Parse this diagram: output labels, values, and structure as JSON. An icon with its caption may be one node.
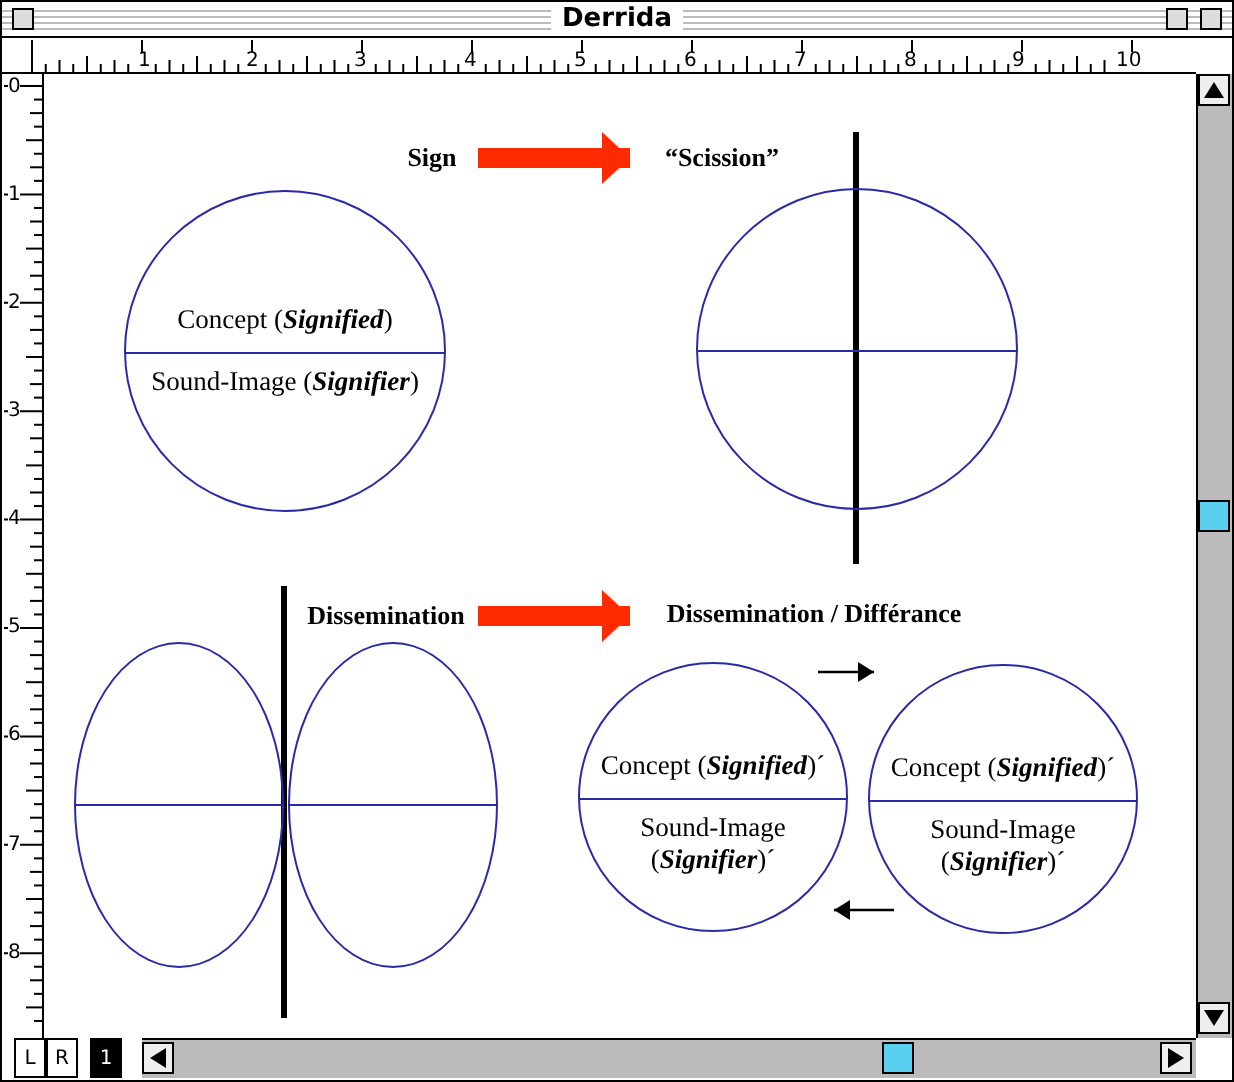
{
  "diagram": {
    "title": "Derrida",
    "nodes": [
      {
        "text": [
          "Sign"
        ]
      },
      {
        "text": [
          "“Scission”"
        ]
      },
      {
        "text": [
          "Concept (**Signified**)",
          "Sound-Image (**Signifier**)"
        ]
      },
      {
        "text": [],
        "shape": "circle"
      },
      {
        "text": [
          "Dissemination"
        ]
      },
      {
        "text": [
          "Dissemination / Différance"
        ]
      },
      {
        "text": [],
        "shape": "ellipse"
      },
      {
        "text": [],
        "shape": "ellipse"
      },
      {
        "text": [
          "Concept (**Signified**)´",
          "Sound-Image (**Signifier**)´"
        ]
      },
      {
        "text": [
          "Concept (**Signified**)´",
          "Sound-Image (**Signifier**)´"
        ]
      }
    ],
    "edges": [
      {
        "from": 0,
        "to": 1,
        "arrow": "to",
        "style": "thick",
        "color": "#ff2a00"
      },
      {
        "from": 4,
        "to": 5,
        "arrow": "to",
        "style": "thick",
        "color": "#ff2a00"
      },
      {
        "from": 8,
        "to": 9,
        "arrow": "to",
        "color": "#000000"
      },
      {
        "from": 9,
        "to": 8,
        "arrow": "to",
        "color": "#000000"
      }
    ],
    "labels": [
      "1",
      "2",
      "3",
      "4",
      "5",
      "6",
      "7",
      "8",
      "9",
      "10",
      "0",
      "1",
      "2",
      "3",
      "4",
      "5",
      "6",
      "7",
      "8",
      "L",
      "R",
      "1"
    ]
  }
}
